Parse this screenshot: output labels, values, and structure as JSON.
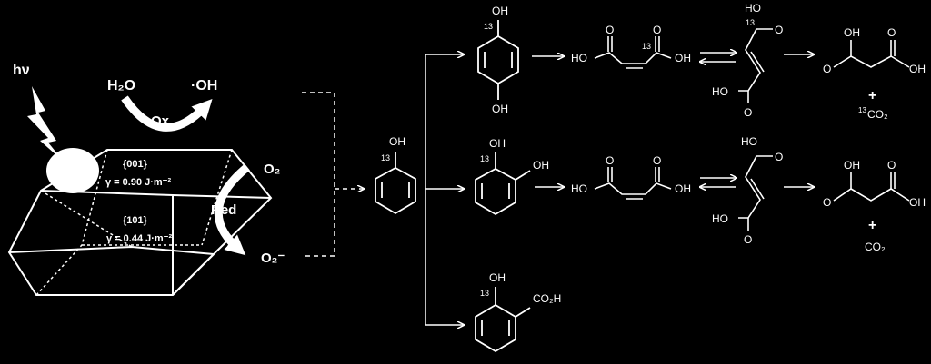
{
  "photocatalysis": {
    "light": "hν",
    "water": "H₂O",
    "hydroxyl": "·OH",
    "ox": "Ox",
    "red": "Red",
    "oxygen": "O₂",
    "superoxide": "O₂⁻",
    "facet_001": {
      "index": "{001}",
      "energy": "γ = 0.90 J·m⁻²"
    },
    "facet_101": {
      "index": "{101}",
      "energy": "γ = 0.44 J·m⁻²"
    }
  },
  "molecules": {
    "label_13": "13",
    "oh": "OH",
    "ho": "HO",
    "o": "O",
    "co2h": "CO₂H",
    "plus": "+",
    "co2_labeled": "CO₂",
    "co2": "CO₂"
  }
}
